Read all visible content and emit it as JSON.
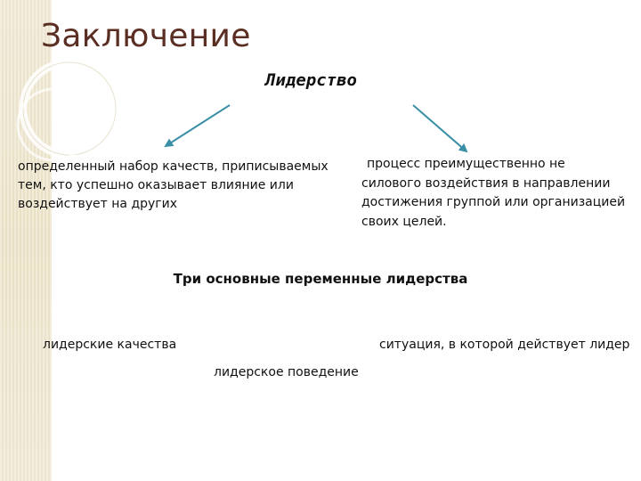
{
  "slide": {
    "title": "Заключение",
    "heading": "Лидерство",
    "definitions": {
      "left": "определенный набор качеств, приписываемых тем, кто успешно оказывает влияние или воздействует на других",
      "right": "процесс преимущественно не силового воздействия в направлении достижения группой или организацией своих целей."
    },
    "variables_heading": "Три основные переменные лидерства",
    "variables": [
      "лидерские качества",
      "лидерское поведение",
      "ситуация, в которой действует лидер"
    ]
  },
  "colors": {
    "title": "#5a2e22",
    "arrow": "#3a8fa6",
    "band": "#ede3c8"
  },
  "icons": [
    "arrow-down-left-icon",
    "arrow-down-right-icon"
  ]
}
